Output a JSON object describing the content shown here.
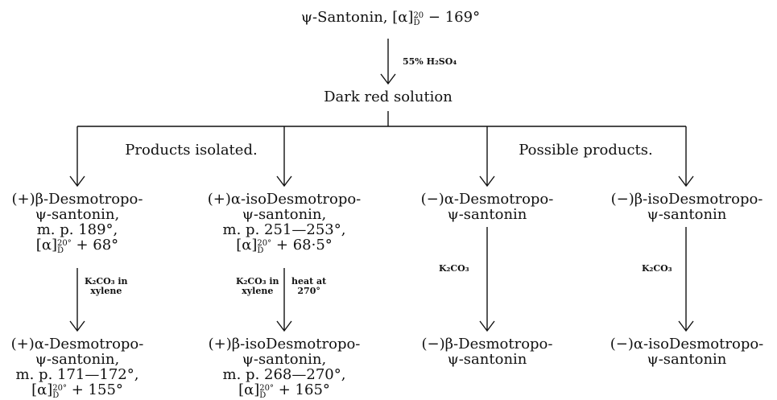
{
  "top": {
    "name": "ψ-Santonin, [α]",
    "rot_sup": "20",
    "rot_sub": "D",
    "rot_value": "− 169°"
  },
  "step1_reagent": "55% H₂SO₄",
  "intermediate": "Dark red solution",
  "group_labels": {
    "isolated": "Products isolated.",
    "possible": "Possible products."
  },
  "products": [
    {
      "lines": [
        "(+)β-Desmotropo-",
        "ψ-santonin,",
        "m. p. 189°,"
      ],
      "rot_prefix": "[α]",
      "rot_sup": "20°",
      "rot_sub": "D",
      "rot_value": "+ 68°",
      "conversion_reagent_left": "K₂CO₃ in",
      "conversion_reagent_left2": "xylene",
      "result_lines": [
        "(+)α-Desmotropo-",
        "ψ-santonin,",
        "m. p. 171—172°,"
      ],
      "result_rot_sup": "20°",
      "result_rot_sub": "D",
      "result_rot_value": "+ 155°"
    },
    {
      "lines": [
        "(+)α-isoDesmotropo-",
        "ψ-santonin,",
        "m. p. 251—253°,"
      ],
      "rot_prefix": "[α]",
      "rot_sup": "20°",
      "rot_sub": "D",
      "rot_value": "+ 68·5°",
      "conversion_reagent_left": "K₂CO₃ in",
      "conversion_reagent_left2": "xylene",
      "conversion_reagent_right": "heat at",
      "conversion_reagent_right2": "270°",
      "result_lines": [
        "(+)β-isoDesmotropo-",
        "ψ-santonin,",
        "m. p. 268—270°,"
      ],
      "result_rot_sup": "20°",
      "result_rot_sub": "D",
      "result_rot_value": "+ 165°"
    },
    {
      "lines": [
        "(−)α-Desmotropo-",
        "ψ-santonin"
      ],
      "conversion_reagent_left": "K₂CO₃",
      "result_lines": [
        "(−)β-Desmotropo-",
        "ψ-santonin"
      ]
    },
    {
      "lines": [
        "(−)β-isoDesmotropo-",
        "ψ-santonin"
      ],
      "conversion_reagent_left": "K₂CO₃",
      "result_lines": [
        "(−)α-isoDesmotropo-",
        "ψ-santonin"
      ]
    }
  ]
}
